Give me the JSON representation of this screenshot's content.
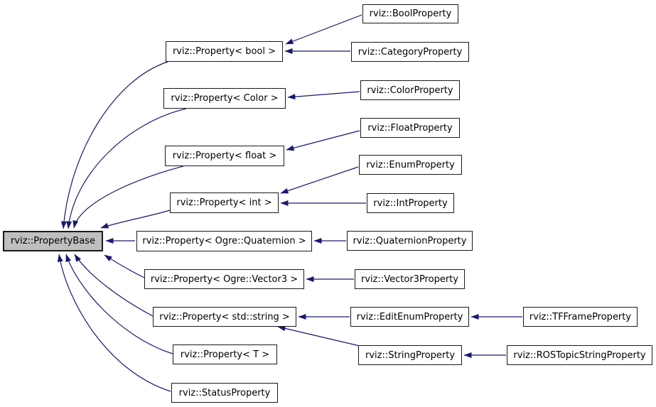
{
  "diagram": {
    "type": "class-inheritance-graph",
    "colors": {
      "background": "#ffffff",
      "edge": "#191970",
      "nodeFill": "#ffffff",
      "nodeBorder": "#1a1a1a",
      "focusFill": "#bfbfbf"
    },
    "nodes": [
      {
        "id": "property-base",
        "label": "rviz::PropertyBase",
        "highlighted": true
      },
      {
        "id": "property-bool",
        "label": "rviz::Property< bool >",
        "highlighted": false
      },
      {
        "id": "property-color",
        "label": "rviz::Property< Color >",
        "highlighted": false
      },
      {
        "id": "property-float",
        "label": "rviz::Property< float >",
        "highlighted": false
      },
      {
        "id": "property-int",
        "label": "rviz::Property< int >",
        "highlighted": false
      },
      {
        "id": "property-quaternion",
        "label": "rviz::Property< Ogre::Quaternion >",
        "highlighted": false
      },
      {
        "id": "property-vector3",
        "label": "rviz::Property< Ogre::Vector3 >",
        "highlighted": false
      },
      {
        "id": "property-stdstring",
        "label": "rviz::Property< std::string >",
        "highlighted": false
      },
      {
        "id": "property-t",
        "label": "rviz::Property< T >",
        "highlighted": false
      },
      {
        "id": "status-property",
        "label": "rviz::StatusProperty",
        "highlighted": false
      },
      {
        "id": "bool-property",
        "label": "rviz::BoolProperty",
        "highlighted": false
      },
      {
        "id": "category-property",
        "label": "rviz::CategoryProperty",
        "highlighted": false
      },
      {
        "id": "color-property",
        "label": "rviz::ColorProperty",
        "highlighted": false
      },
      {
        "id": "float-property",
        "label": "rviz::FloatProperty",
        "highlighted": false
      },
      {
        "id": "enum-property",
        "label": "rviz::EnumProperty",
        "highlighted": false
      },
      {
        "id": "int-property",
        "label": "rviz::IntProperty",
        "highlighted": false
      },
      {
        "id": "quaternion-property",
        "label": "rviz::QuaternionProperty",
        "highlighted": false
      },
      {
        "id": "vector3-property",
        "label": "rviz::Vector3Property",
        "highlighted": false
      },
      {
        "id": "editenum-property",
        "label": "rviz::EditEnumProperty",
        "highlighted": false
      },
      {
        "id": "string-property",
        "label": "rviz::StringProperty",
        "highlighted": false
      },
      {
        "id": "tfframe-property",
        "label": "rviz::TFFrameProperty",
        "highlighted": false
      },
      {
        "id": "rostopicstring-property",
        "label": "rviz::ROSTopicStringProperty",
        "highlighted": false
      }
    ],
    "edges": [
      {
        "from": "property-bool",
        "to": "property-base"
      },
      {
        "from": "property-color",
        "to": "property-base"
      },
      {
        "from": "property-float",
        "to": "property-base"
      },
      {
        "from": "property-int",
        "to": "property-base"
      },
      {
        "from": "property-quaternion",
        "to": "property-base"
      },
      {
        "from": "property-vector3",
        "to": "property-base"
      },
      {
        "from": "property-stdstring",
        "to": "property-base"
      },
      {
        "from": "property-t",
        "to": "property-base"
      },
      {
        "from": "status-property",
        "to": "property-base"
      },
      {
        "from": "bool-property",
        "to": "property-bool"
      },
      {
        "from": "category-property",
        "to": "property-bool"
      },
      {
        "from": "color-property",
        "to": "property-color"
      },
      {
        "from": "float-property",
        "to": "property-float"
      },
      {
        "from": "enum-property",
        "to": "property-int"
      },
      {
        "from": "int-property",
        "to": "property-int"
      },
      {
        "from": "quaternion-property",
        "to": "property-quaternion"
      },
      {
        "from": "vector3-property",
        "to": "property-vector3"
      },
      {
        "from": "editenum-property",
        "to": "property-stdstring"
      },
      {
        "from": "string-property",
        "to": "property-stdstring"
      },
      {
        "from": "tfframe-property",
        "to": "editenum-property"
      },
      {
        "from": "rostopicstring-property",
        "to": "string-property"
      }
    ]
  }
}
